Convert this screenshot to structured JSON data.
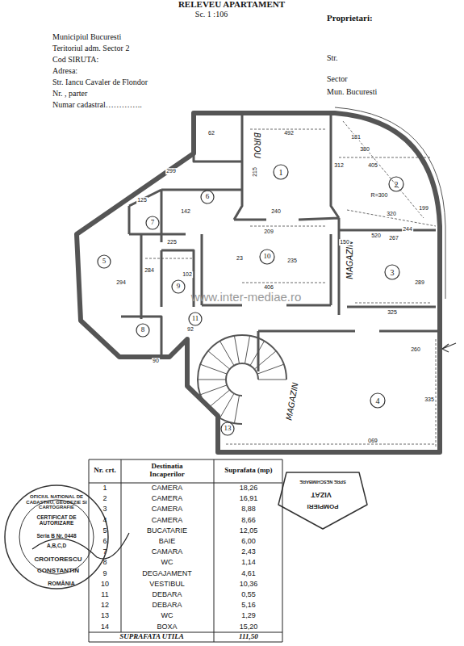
{
  "diagram": {
    "title": "RELEVEU APARTAMENT",
    "labels": [
      "Sc. 1 :106",
      "Proprietari:",
      "Municipiul Bucuresti",
      "Teritoriul adm. Sector 2",
      "Cod SIRUTA:",
      "Adresa:",
      "Str. Iancu Cavaler de Flondor",
      "Nr.  , parter",
      "Numar cadastral…………..",
      "Str.",
      "Sector",
      "Mun. Bucuresti",
      "1",
      "2",
      "3",
      "4",
      "5",
      "6",
      "7",
      "8",
      "9",
      "10",
      "11",
      "13",
      "BIROU",
      "MAGAZIN",
      "MAGAZIN",
      "62",
      "492",
      "215",
      "240",
      "209",
      "23",
      "235",
      "406",
      "299",
      "181",
      "312",
      "380",
      "405",
      "R=300",
      "520",
      "320",
      "244",
      "199",
      "150",
      "267",
      "289",
      "325",
      "260",
      "335",
      "690",
      "102",
      "92",
      "90",
      "142",
      "125",
      "225",
      "284",
      "294",
      "OFICIUL NATIONAL DE CADASTRU, GEODEZIE SI CARTOGRAFIE",
      "CERTIFICAT DE AUTORIZARE",
      "Seria B Nr. 0448",
      "A,B,C,D",
      "CROITORESCU",
      "CONSTANTIN",
      "ROMÂNIA",
      "POMPIERI",
      "VIZAT",
      "SPRE NESCHIMBARE",
      "www.inter-mediae.ro",
      "Nr. crt.",
      "Destinatia Incaperilor",
      "Suprafata (mp)",
      "1",
      "CAMERA",
      "18,26",
      "2",
      "CAMERA",
      "16,91",
      "3",
      "CAMERA",
      "8,88",
      "4",
      "CAMERA",
      "8,66",
      "5",
      "BUCATARIE",
      "12,05",
      "6",
      "BAIE",
      "6,00",
      "7",
      "CAMARA",
      "2,43",
      "8",
      "WC",
      "1,14",
      "9",
      "DEGAJAMENT",
      "4,61",
      "10",
      "VESTIBUL",
      "10,36",
      "11",
      "DEBARA",
      "0,55",
      "12",
      "DEBARA",
      "5,16",
      "13",
      "WC",
      "1,29",
      "14",
      "BOXA",
      "15,20",
      "SUPRAFATA UTILA",
      "111,50"
    ]
  }
}
